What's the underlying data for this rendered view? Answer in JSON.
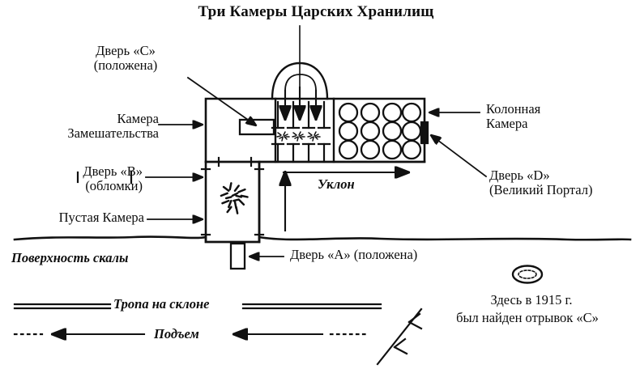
{
  "title": "Три Камеры Царских Хранилищ",
  "labels": {
    "door_c": "Дверь «С»\n(положена)",
    "chamber_confusion": "Камера\nЗамешательства",
    "door_b": "Дверь «В»\n(обломки)",
    "empty_chamber": "Пустая Камера",
    "pillared_chamber": "Колонная\nКамера",
    "door_d": "Дверь «D»\n(Великий Портал)",
    "slope_inside": "Уклон",
    "door_a": "Дверь «А» (положена)",
    "rock_surface": "Поверхность скалы",
    "path_on_slope": "Тропа на склоне",
    "ascent": "Подъем",
    "found_note_line1": "Здесь в 1915 г.",
    "found_note_line2": "был найден отрывок «С»"
  },
  "plan": {
    "columns_count": 12,
    "columns_rows": 3,
    "columns_cols": 4,
    "treasure_chambers": 3,
    "down_arrows": 3
  },
  "colors": {
    "ink": "#111111",
    "paper": "#ffffff"
  },
  "icons": {
    "cartouche": "cartouche-oval-icon",
    "arch": "arch-vault-icon",
    "rubble": "rubble-debris-icon"
  }
}
